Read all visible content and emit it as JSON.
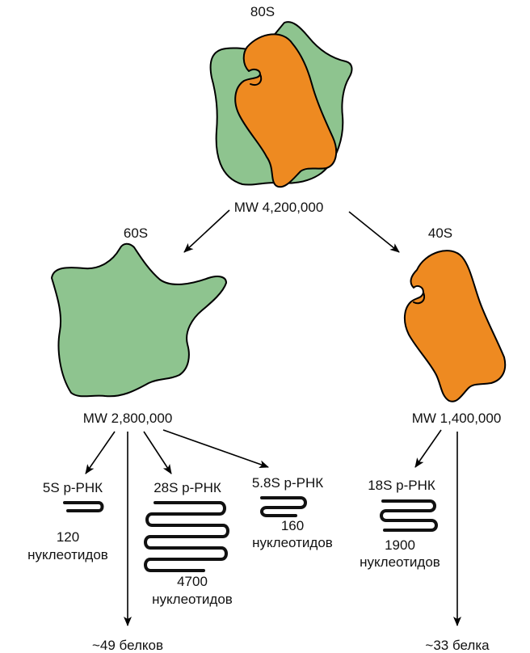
{
  "colors": {
    "large_subunit": "#8ec48f",
    "small_subunit": "#ee8a21",
    "outline": "#000000"
  },
  "ribosome": {
    "title": "80S",
    "mw": "MW 4,200,000"
  },
  "large_subunit": {
    "title": "60S",
    "mw": "MW 2,800,000",
    "proteins": "~49 белков",
    "rnas": [
      {
        "name": "5S р-РНК",
        "length_line1": "120",
        "length_line2": "нуклеотидов"
      },
      {
        "name": "28S р-РНК",
        "length_line1": "4700",
        "length_line2": "нуклеотидов"
      },
      {
        "name": "5.8S р-РНК",
        "length_line1": "160",
        "length_line2": "нуклеотидов"
      }
    ]
  },
  "small_subunit": {
    "title": "40S",
    "mw": "MW 1,400,000",
    "proteins": "~33 белка",
    "rnas": [
      {
        "name": "18S р-РНК",
        "length_line1": "1900",
        "length_line2": "нуклеотидов"
      }
    ]
  }
}
